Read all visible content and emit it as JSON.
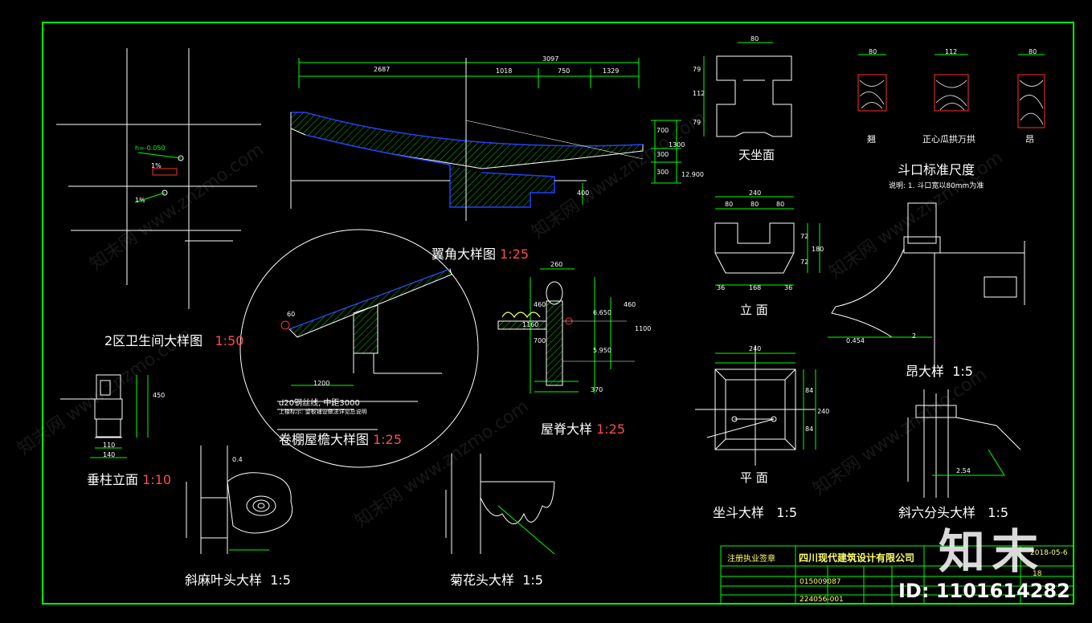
{
  "titles": {
    "yijiao": "翼角大样图",
    "yijiao_scale": "1:25",
    "weisheng": "2区卫生间大样图",
    "weisheng_scale": "1:50",
    "juanpeng": "卷棚屋檐大样图",
    "juanpeng_scale": "1:25",
    "wuji": "屋脊大样",
    "wuji_scale": "1:25",
    "chuizhu": "垂柱立面",
    "chuizhu_scale": "1:10",
    "xiemaye": "斜麻叶头大样",
    "xiemaye_scale": "1:5",
    "juhua": "菊花头大样",
    "juhua_scale": "1:5",
    "zuodou": "坐斗大样",
    "zuodou_scale": "1:5",
    "ang": "昂大样",
    "ang_scale": "1:5",
    "xieliufen": "斜六分头大样",
    "xieliufen_scale": "1:5",
    "doukou": "斗口标准尺度",
    "tianzuo": "天坐面",
    "limian": "立   面",
    "pingmian": "平   面",
    "chi": "翘",
    "zhengxin": "正心瓜拱万拱",
    "ang_small": "昂"
  },
  "dims": {
    "d2687": "2687",
    "d3097": "3097",
    "d1018": "1018",
    "d750": "750",
    "d1329": "1329",
    "d700": "700",
    "d300a": "300",
    "d1300": "1300",
    "d300b": "300",
    "d400": "400",
    "d12900": "12.900",
    "d80a": "80",
    "d79a": "79",
    "d112a": "112",
    "d79b": "79",
    "d80b": "80",
    "d112b": "112",
    "d80c": "80",
    "d240a": "240",
    "d80d": "80",
    "d80e": "80",
    "d80f": "80",
    "d72a": "72",
    "d72b": "72",
    "d180": "180",
    "d36a": "36",
    "d168": "168",
    "d36b": "36",
    "d240b": "240",
    "d240c": "240",
    "d84a": "84",
    "d84b": "84",
    "d260": "260",
    "d1160": "1160",
    "d460a": "460",
    "d700b": "700",
    "d6650": "6.650",
    "d5950": "5.950",
    "d460b": "460",
    "d1100": "1100",
    "d370": "370",
    "d1200": "1200",
    "d60": "60",
    "d20": "d20钢丝线, 中距3000",
    "d450": "450",
    "d140": "140",
    "d110": "110",
    "d0454": "0.454",
    "d2ang": "2",
    "d254": "2.54",
    "h050": "h=-0.050",
    "p1a": "1%",
    "p1b": "1%",
    "d04": "0.4"
  },
  "notes": {
    "doukou_note": "说明: 1. 斗口宽以80mm为准",
    "juanpeng_note": "上椽标示: 望板铺设做法详见总说明"
  },
  "titleblock": {
    "reg": "注册执业签章",
    "company": "四川现代建筑设计有限公司",
    "date": "2018-05-6",
    "cert1": "015009087",
    "cert2": "224056-001",
    "sheet": "18"
  },
  "watermark": {
    "text": "知末网 www.znzmo.com",
    "logo": "知末",
    "id": "ID: 1101614282"
  },
  "colors": {
    "frame": "#00ff00",
    "dimline": "#00ff00",
    "hatch": "#00cc00",
    "outline": "#ffffff",
    "blue": "#2040ff",
    "red": "#ff3030",
    "yellow": "#ffff66"
  }
}
